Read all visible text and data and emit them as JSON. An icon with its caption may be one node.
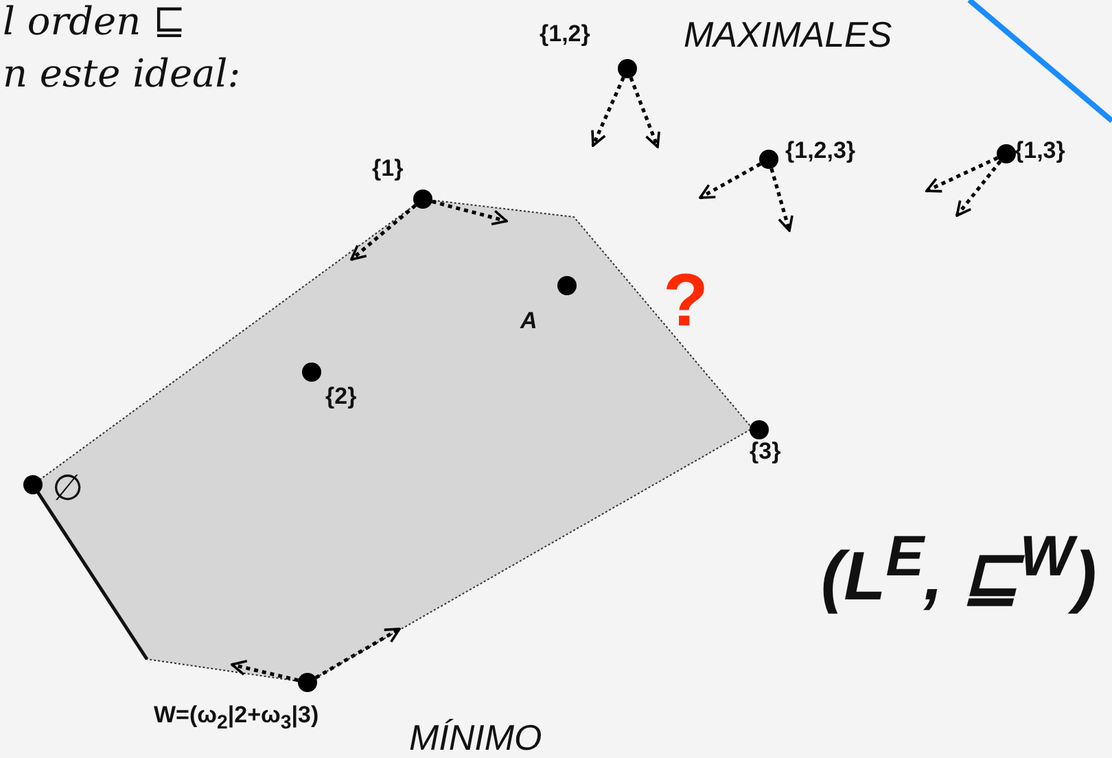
{
  "diagram": {
    "nodes": [
      {
        "text": [],
        "shape": "circle",
        "beside": [
          "{1,2}"
        ]
      },
      {
        "text": [],
        "shape": "circle",
        "beside": [
          "{1,2,3}"
        ]
      },
      {
        "text": [],
        "shape": "circle",
        "beside": [
          "{1,3}"
        ]
      },
      {
        "text": [],
        "shape": "circle",
        "beside": [
          "{1}"
        ]
      },
      {
        "text": [],
        "shape": "circle",
        "beside": [
          "A"
        ]
      },
      {
        "text": [],
        "shape": "circle",
        "beside": [
          "{2}"
        ]
      },
      {
        "text": [],
        "shape": "circle",
        "beside": [
          "{3}"
        ]
      },
      {
        "text": [],
        "shape": "circle",
        "beside": [
          "∅"
        ]
      },
      {
        "text": [],
        "shape": "circle",
        "beside": [
          "W=(ω$_{2}$|2+ω$_{3}$|3)"
        ]
      }
    ],
    "edges": [
      {
        "from": 0,
        "to": null,
        "arrow": "to",
        "style": "dashed"
      },
      {
        "from": 0,
        "to": null,
        "arrow": "to",
        "style": "dashed"
      },
      {
        "from": 1,
        "to": null,
        "arrow": "to",
        "style": "dashed"
      },
      {
        "from": 1,
        "to": null,
        "arrow": "to",
        "style": "dashed"
      },
      {
        "from": 2,
        "to": null,
        "arrow": "to",
        "style": "dashed"
      },
      {
        "from": 2,
        "to": null,
        "arrow": "to",
        "style": "dashed"
      },
      {
        "from": 3,
        "to": null,
        "arrow": "to",
        "style": "dashed"
      },
      {
        "from": 3,
        "to": null,
        "arrow": "to",
        "style": "dashed"
      },
      {
        "from": 8,
        "to": null,
        "arrow": "to",
        "style": "dashed"
      },
      {
        "from": 8,
        "to": null,
        "arrow": "to",
        "style": "dashed"
      }
    ],
    "labels": [
      "l orden ⊑",
      "n este ideal:",
      "MAXIMALES",
      "?",
      "(L$^{E}$, ⊑$^{W}$)",
      "MÍNIMO"
    ]
  }
}
